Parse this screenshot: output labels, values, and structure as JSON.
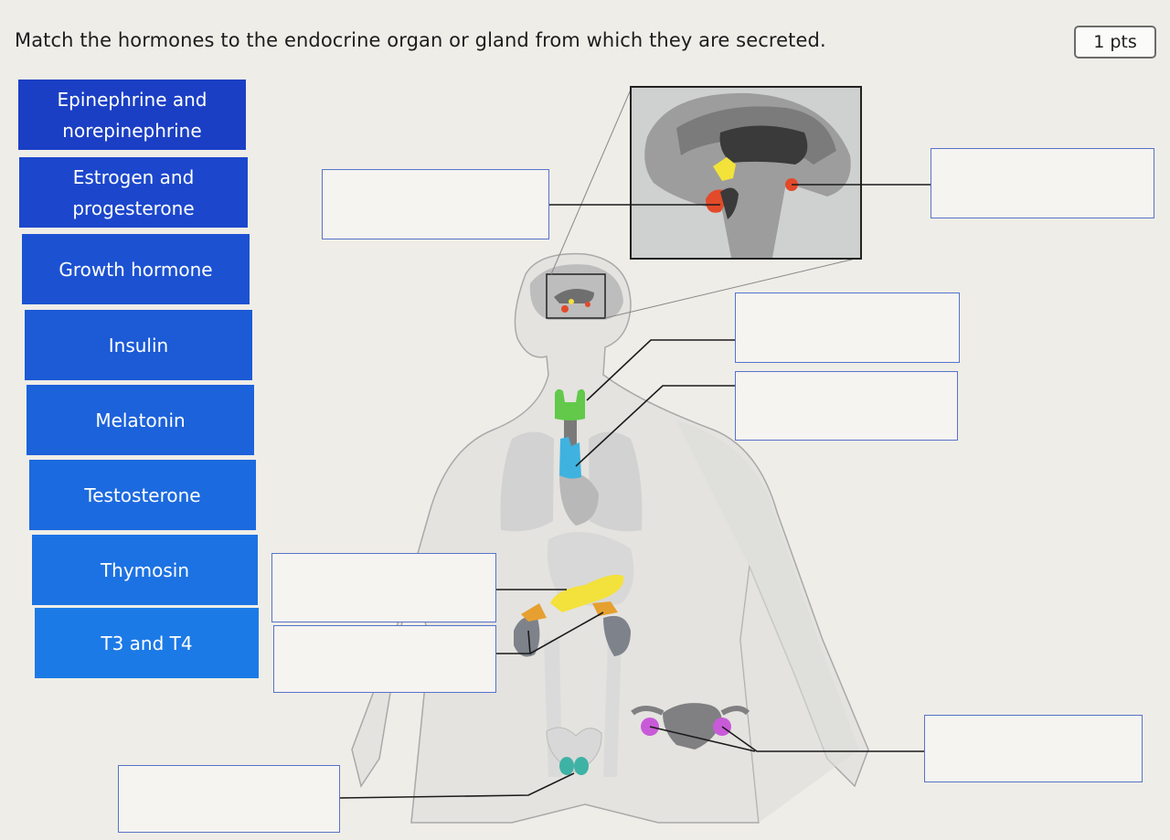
{
  "question": {
    "text": "Match the hormones to the endocrine organ or gland from which they are secreted.",
    "points": "1 pts"
  },
  "hormones": [
    {
      "label": "Epinephrine and\nnorepinephrine",
      "color": "#1b3fc4"
    },
    {
      "label": "Estrogen and\nprogesterone",
      "color": "#1c47cc"
    },
    {
      "label": "Growth hormone",
      "color": "#1c52d2"
    },
    {
      "label": "Insulin",
      "color": "#1c5ad6"
    },
    {
      "label": "Melatonin",
      "color": "#1c62da"
    },
    {
      "label": "Testosterone",
      "color": "#1c6adf"
    },
    {
      "label": "Thymosin",
      "color": "#1c72e3"
    },
    {
      "label": "T3 and T4",
      "color": "#1c7ae6"
    }
  ],
  "targets": [
    "pituitary",
    "pineal",
    "thyroid",
    "thymus",
    "pancreas",
    "adrenal",
    "ovary",
    "testis"
  ],
  "colors": {
    "drop_border": "#5773c9",
    "pituitary": "#e24a2a",
    "hypothalamus": "#f2e23a",
    "thyroid": "#62c94a",
    "thymus": "#3fb2e0",
    "pancreas": "#f3e13c",
    "adrenal": "#e6a030",
    "ovary": "#c85ad8",
    "testis": "#3fb2a6"
  }
}
